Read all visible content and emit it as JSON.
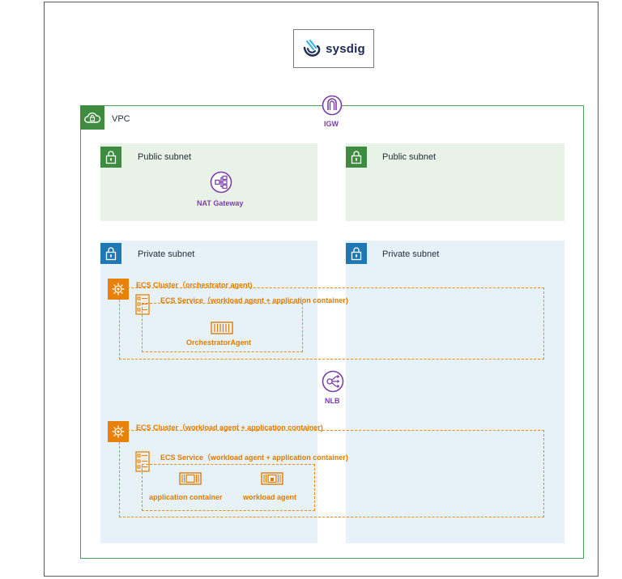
{
  "logo": {
    "text": "sysdig",
    "icon": "sysdig-logo-icon"
  },
  "vpc": {
    "label": "VPC",
    "icon": "cloud-lock-icon"
  },
  "igw": {
    "label": "IGW",
    "icon": "internet-gateway-icon"
  },
  "subnets": {
    "public_left": {
      "label": "Public subnet",
      "icon": "lock-icon"
    },
    "public_right": {
      "label": "Public subnet",
      "icon": "lock-icon"
    },
    "private_left": {
      "label": "Private subnet",
      "icon": "lock-icon"
    },
    "private_right": {
      "label": "Private subnet",
      "icon": "lock-icon"
    }
  },
  "nat": {
    "label": "NAT Gateway",
    "icon": "nat-gateway-icon"
  },
  "nlb": {
    "label": "NLB",
    "icon": "network-load-balancer-icon"
  },
  "cluster1": {
    "label": "ECS Cluster（orchestrator agent)",
    "service_label": "ECS Service（workload agent + application container)",
    "task_label": "OrchestratorAgent",
    "icon": "ecs-cluster-icon"
  },
  "cluster2": {
    "label": "ECS Cluster（workload agent + application container)",
    "service_label": "ECS Service（workload agent + application container)",
    "task1_label": "application container",
    "task2_label": "workload agent",
    "icon": "ecs-cluster-icon"
  },
  "colors": {
    "vpc_green": "#3d8c40",
    "public_bg": "#e9f2e6",
    "private_bg": "#e6f1f8",
    "private_blue": "#1f77b4",
    "ecs_orange": "#e8800c",
    "purple": "#7b3fa8"
  }
}
